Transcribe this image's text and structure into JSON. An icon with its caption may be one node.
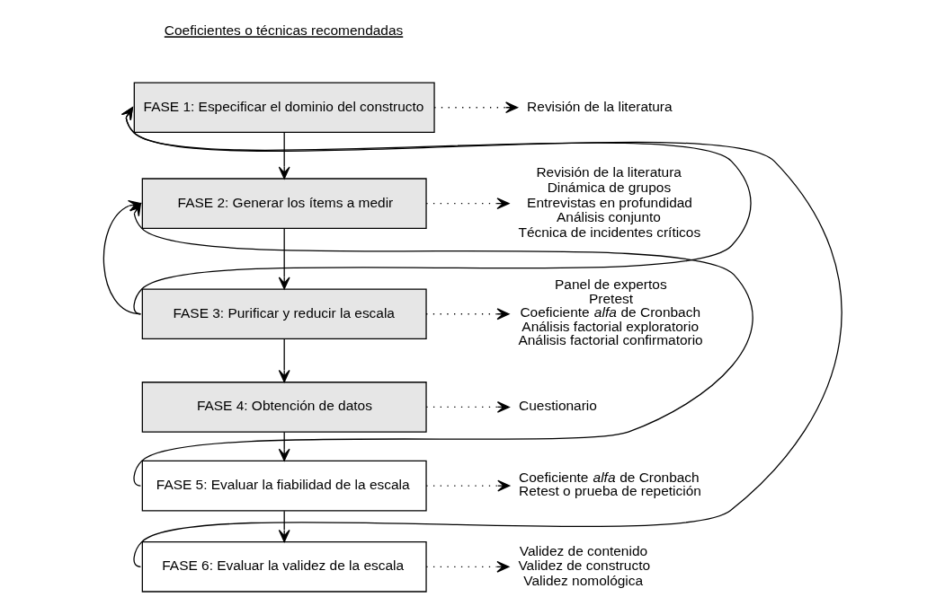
{
  "diagram": {
    "nodes": [
      {
        "text": [
          "FASE 1: Especificar el dominio del constructo"
        ]
      },
      {
        "text": [
          "FASE 2: Generar los ítems a medir"
        ]
      },
      {
        "text": [
          "FASE 3: Purificar y reducir la escala"
        ]
      },
      {
        "text": [
          "FASE 4: Obtención de datos"
        ]
      },
      {
        "text": [
          "FASE 5: Evaluar la fiabilidad de la escala"
        ]
      },
      {
        "text": [
          "FASE 6: Evaluar la validez de la escala"
        ]
      },
      {
        "text": [
          "Revisión de la literatura"
        ]
      },
      {
        "text": [
          "Revisión de la literatura",
          "Dinámica de grupos",
          "Entrevistas en profundidad",
          "Análisis conjunto",
          "Técnica de incidentes críticos"
        ]
      },
      {
        "text": [
          "Panel de expertos",
          "Pretest",
          "Coeficiente *alfa* de Cronbach",
          "Análisis factorial exploratorio",
          "Análisis factorial confirmatorio"
        ]
      },
      {
        "text": [
          "Cuestionario"
        ]
      },
      {
        "text": [
          "Coeficiente *alfa* de Cronbach",
          "Retest o prueba de repetición"
        ]
      },
      {
        "text": [
          "Validez de contenido",
          "Validez de constructo",
          "Validez nomológica"
        ]
      }
    ],
    "edges": [
      {
        "from": 0,
        "to": 1,
        "arrow": "to"
      },
      {
        "from": 1,
        "to": 2,
        "arrow": "to"
      },
      {
        "from": 2,
        "to": 3,
        "arrow": "to"
      },
      {
        "from": 3,
        "to": 4,
        "arrow": "to"
      },
      {
        "from": 4,
        "to": 5,
        "arrow": "to"
      },
      {
        "from": 5,
        "to": 0,
        "arrow": "to"
      },
      {
        "from": 4,
        "to": 1,
        "arrow": "to"
      },
      {
        "from": 2,
        "to": 1,
        "arrow": "to"
      },
      {
        "from": 2,
        "to": 0,
        "arrow": "to"
      },
      {
        "from": 0,
        "to": 6,
        "arrow": "to",
        "style": "dashed"
      },
      {
        "from": 1,
        "to": 7,
        "arrow": "to",
        "style": "dashed"
      },
      {
        "from": 2,
        "to": 8,
        "arrow": "to",
        "style": "dashed"
      },
      {
        "from": 3,
        "to": 9,
        "arrow": "to",
        "style": "dashed"
      },
      {
        "from": 4,
        "to": 10,
        "arrow": "to",
        "style": "dashed"
      },
      {
        "from": 5,
        "to": 11,
        "arrow": "to",
        "style": "dashed"
      }
    ],
    "labels": [
      "Coeficientes o técnicas recomendadas"
    ]
  }
}
